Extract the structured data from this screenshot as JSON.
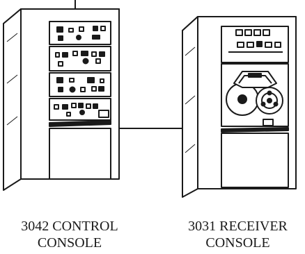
{
  "control_console": {
    "label_line1": "3042 CONTROL",
    "label_line2": "CONSOLE"
  },
  "receiver_console": {
    "label_line1": "3031 RECEIVER",
    "label_line2": "CONSOLE"
  },
  "colors": {
    "ink": "#1a1a1a",
    "background": "#ffffff"
  }
}
